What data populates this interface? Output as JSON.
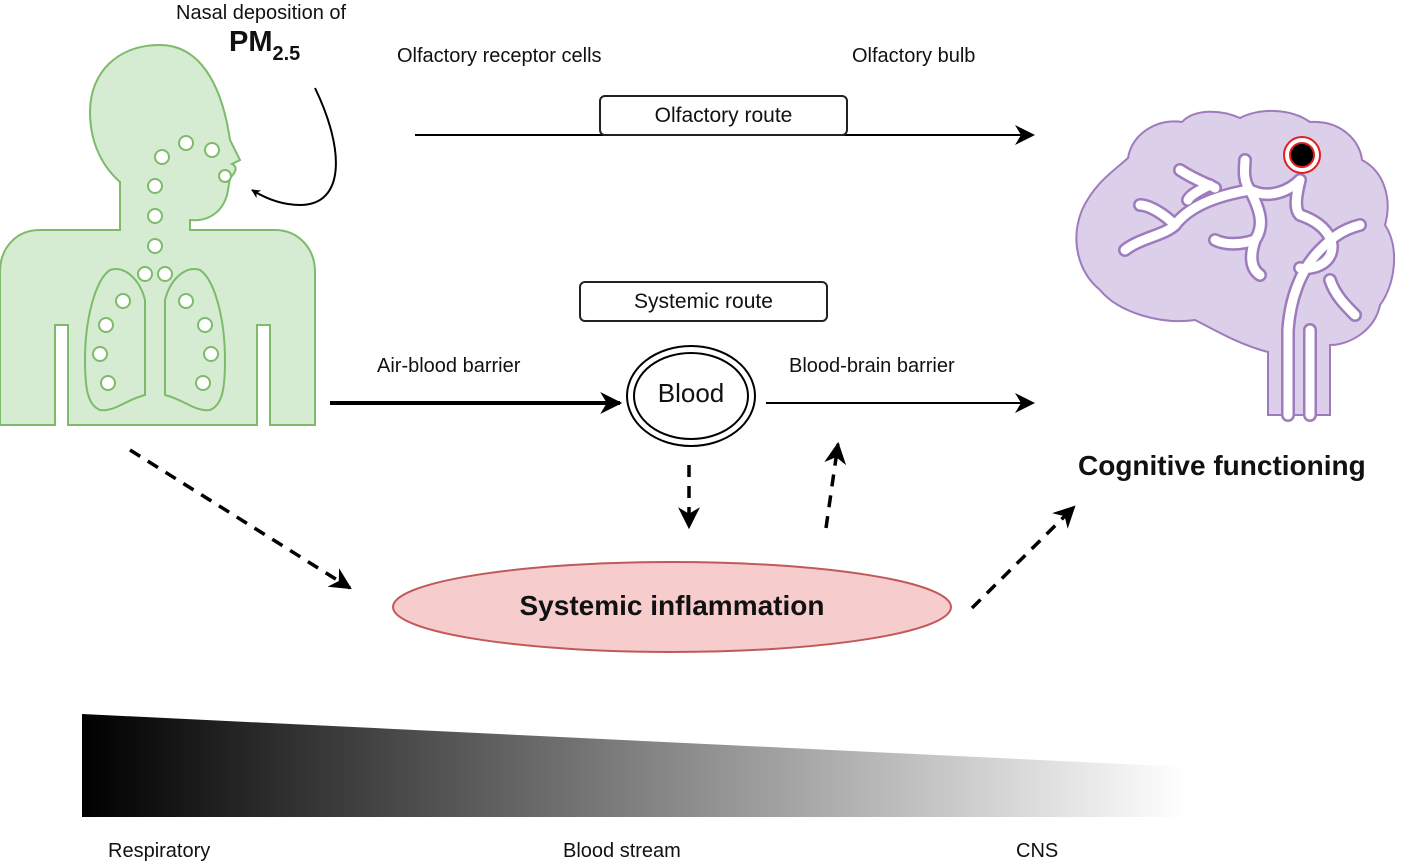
{
  "labels": {
    "nasal": "Nasal deposition of",
    "pm_main": "PM",
    "pm_sub": "2.5",
    "olfactory_receptor": "Olfactory receptor cells",
    "olfactory_bulb": "Olfactory bulb",
    "olfactory_route": "Olfactory route",
    "systemic_route": "Systemic route",
    "air_blood": "Air-blood barrier",
    "blood": "Blood",
    "blood_brain": "Blood-brain barrier",
    "cognitive": "Cognitive functioning",
    "inflammation": "Systemic inflammation"
  },
  "gradient_labels": [
    "Respiratory",
    "Blood stream",
    "CNS"
  ],
  "colors": {
    "body_fill": "#d5ecd3",
    "body_stroke": "#7dbb6a",
    "brain_fill": "#dccfe9",
    "brain_stroke": "#9e7bbd",
    "inflammation_fill": "#f6cccd",
    "inflammation_stroke": "#c05a5a",
    "marker_ring": "#e02020",
    "gradient_start": "#000000",
    "gradient_end": "#ffffff"
  }
}
